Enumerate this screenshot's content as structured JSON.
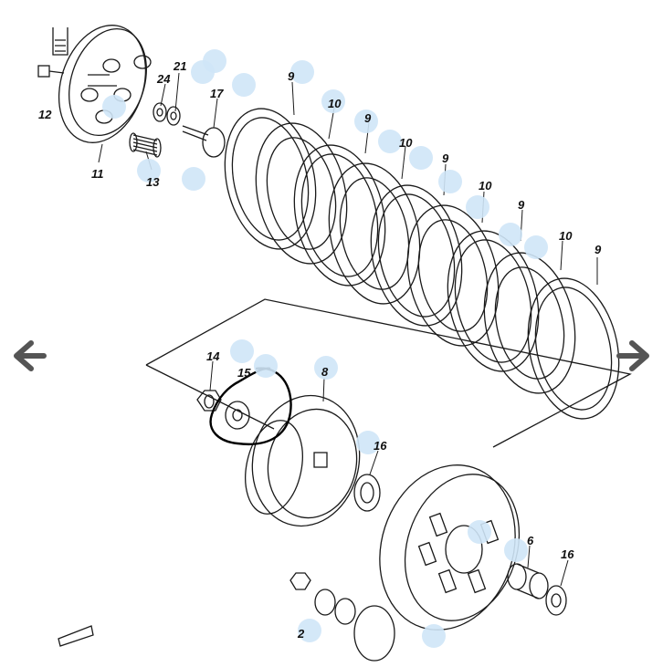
{
  "viewer": {
    "prev_icon": "chevron-left-icon",
    "next_icon": "chevron-right-icon"
  },
  "diagram": {
    "part_labels": [
      {
        "id": "p21",
        "text": "21"
      },
      {
        "id": "p24",
        "text": "24"
      },
      {
        "id": "p17",
        "text": "17"
      },
      {
        "id": "p12",
        "text": "12"
      },
      {
        "id": "p11",
        "text": "11"
      },
      {
        "id": "p13",
        "text": "13"
      },
      {
        "id": "p9a",
        "text": "9"
      },
      {
        "id": "p10a",
        "text": "10"
      },
      {
        "id": "p9b",
        "text": "9"
      },
      {
        "id": "p10b",
        "text": "10"
      },
      {
        "id": "p9c",
        "text": "9"
      },
      {
        "id": "p10c",
        "text": "10"
      },
      {
        "id": "p9d",
        "text": "9"
      },
      {
        "id": "p10d",
        "text": "10"
      },
      {
        "id": "p9e",
        "text": "9"
      },
      {
        "id": "p14",
        "text": "14"
      },
      {
        "id": "p15",
        "text": "15"
      },
      {
        "id": "p8",
        "text": "8"
      },
      {
        "id": "p16a",
        "text": "16"
      },
      {
        "id": "p6",
        "text": "6"
      },
      {
        "id": "p16b",
        "text": "16"
      },
      {
        "id": "p2",
        "text": "2"
      }
    ],
    "colors": {
      "line": "#1a1a1a",
      "hotspot": "#cfe6f7",
      "nav": "#555555",
      "annotation": "#000000"
    }
  }
}
